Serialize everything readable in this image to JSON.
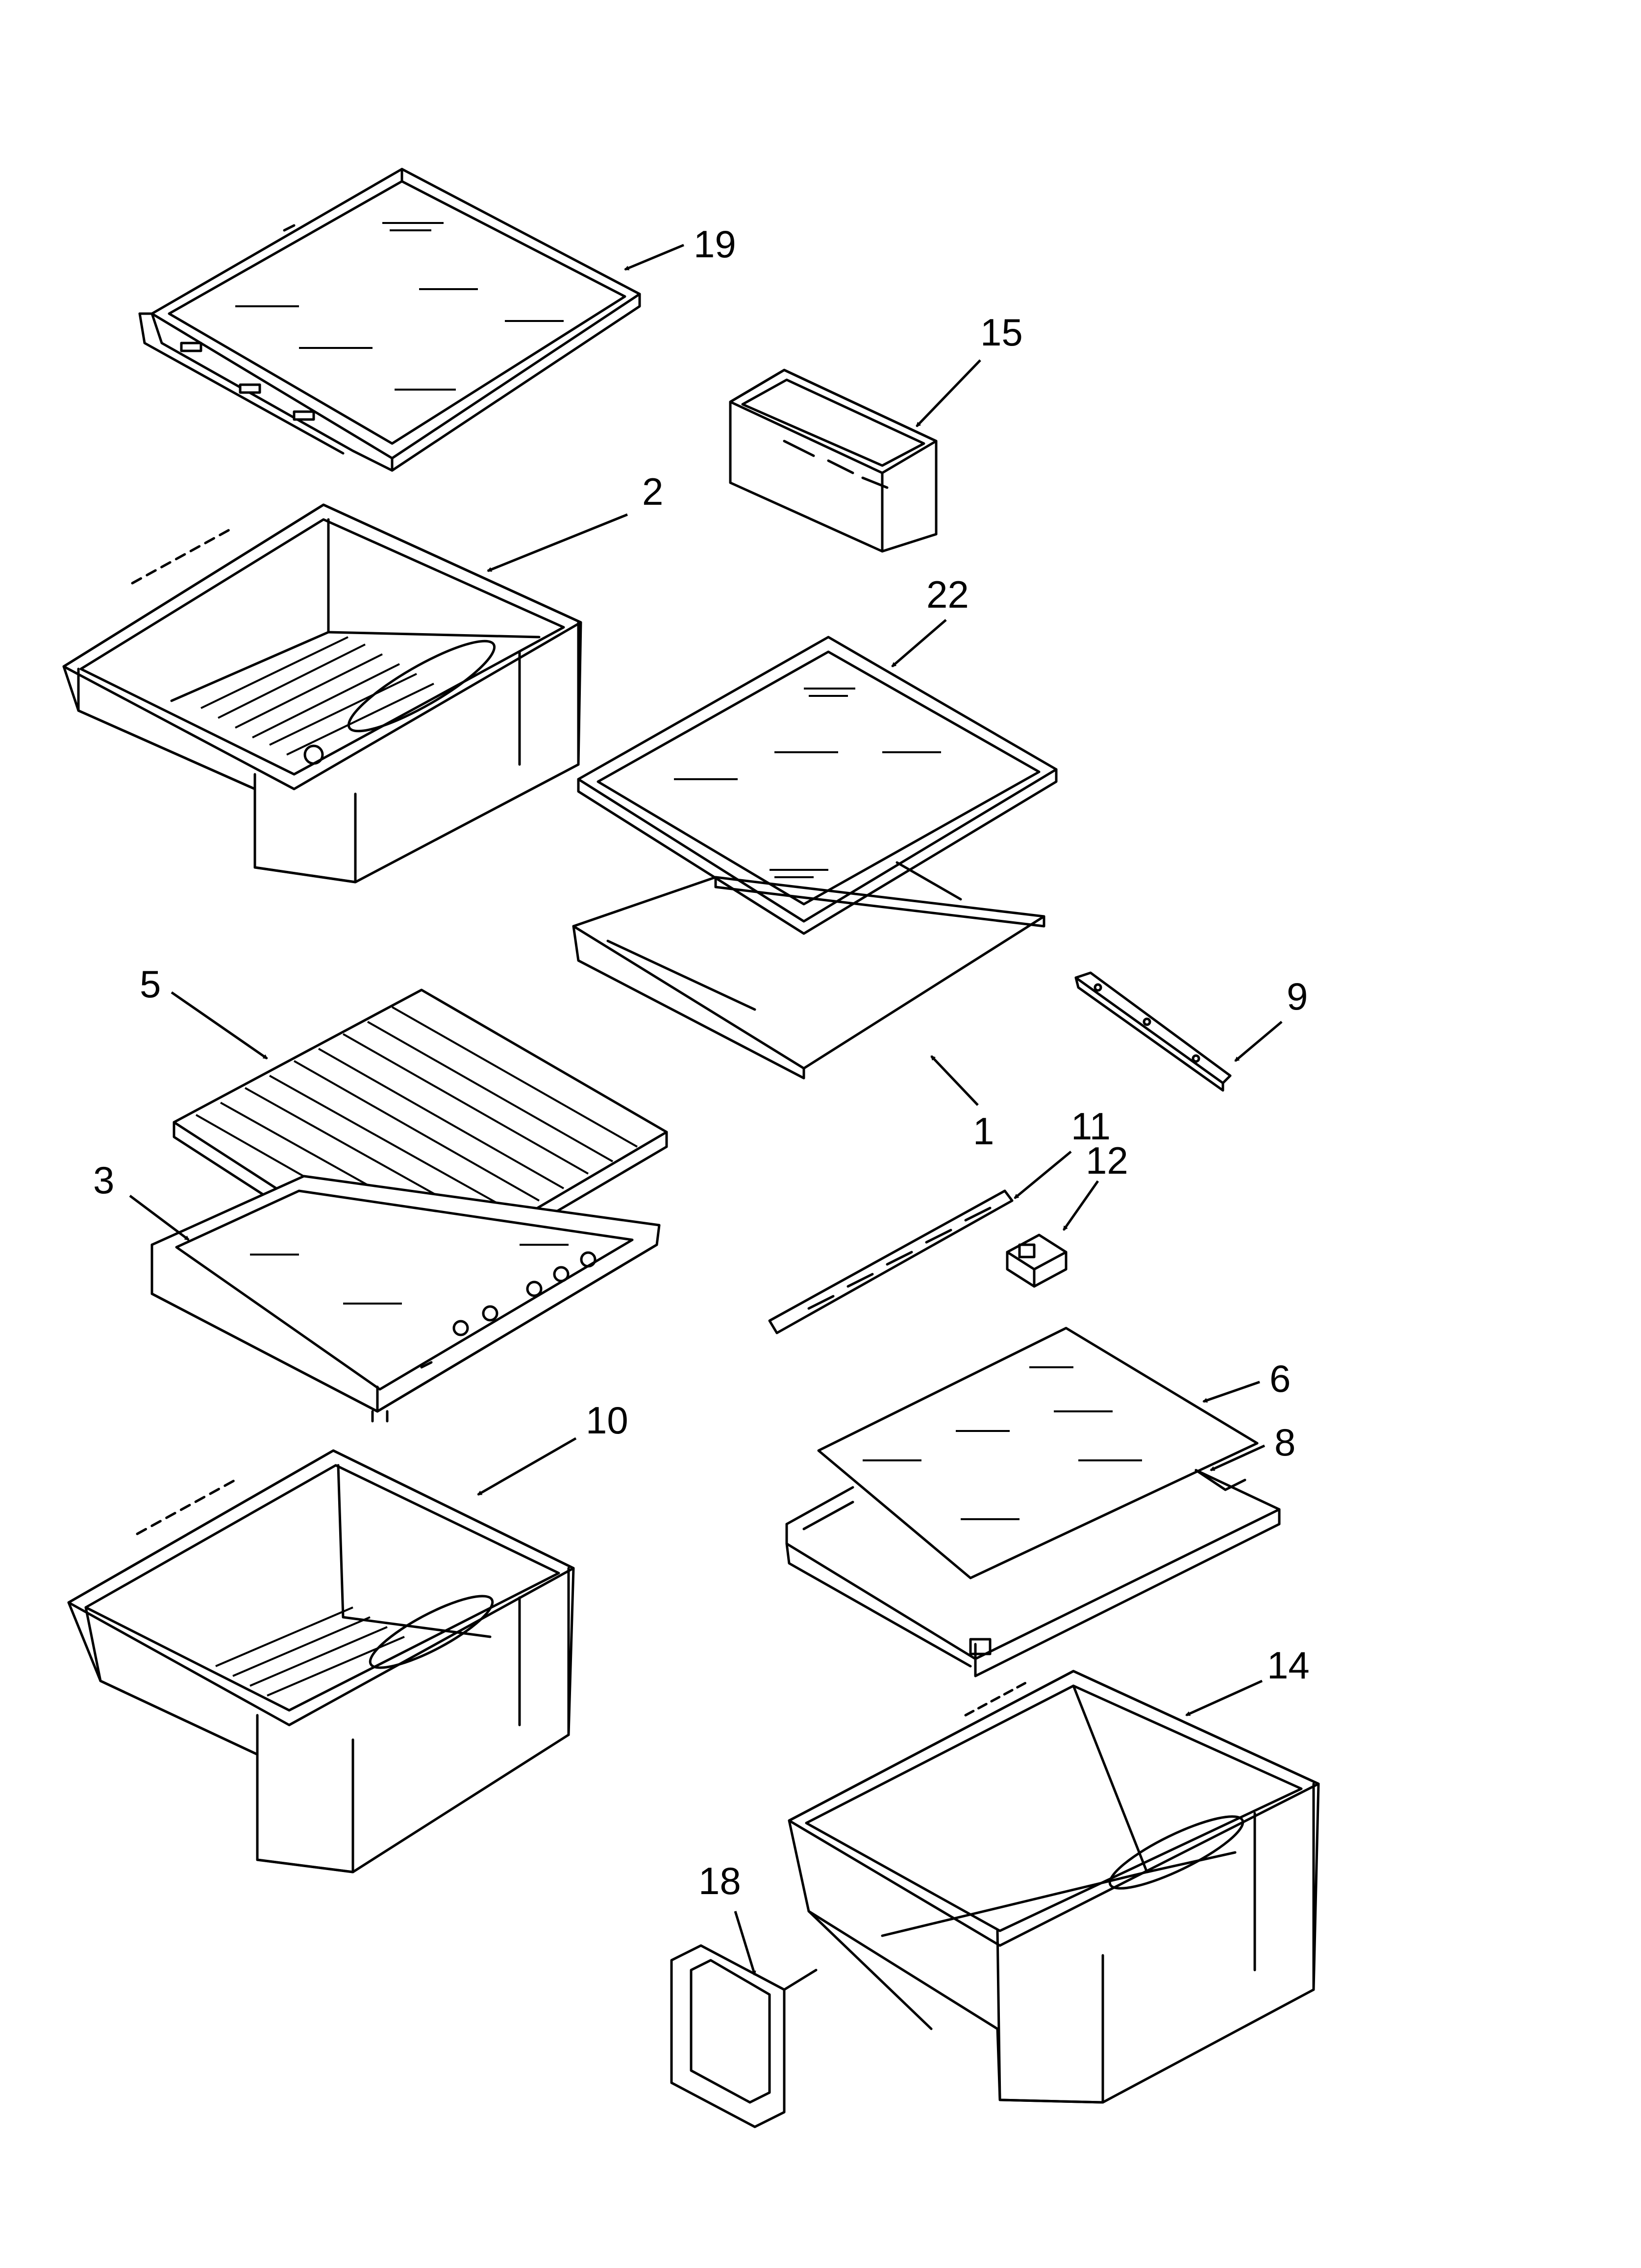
{
  "diagram": {
    "callouts": [
      {
        "id": "19",
        "label": "19"
      },
      {
        "id": "15",
        "label": "15"
      },
      {
        "id": "2",
        "label": "2"
      },
      {
        "id": "22",
        "label": "22"
      },
      {
        "id": "5",
        "label": "5"
      },
      {
        "id": "9",
        "label": "9"
      },
      {
        "id": "1",
        "label": "1"
      },
      {
        "id": "11",
        "label": "11"
      },
      {
        "id": "12",
        "label": "12"
      },
      {
        "id": "3",
        "label": "3"
      },
      {
        "id": "6",
        "label": "6"
      },
      {
        "id": "10",
        "label": "10"
      },
      {
        "id": "8",
        "label": "8"
      },
      {
        "id": "14",
        "label": "14"
      },
      {
        "id": "18",
        "label": "18"
      }
    ]
  }
}
